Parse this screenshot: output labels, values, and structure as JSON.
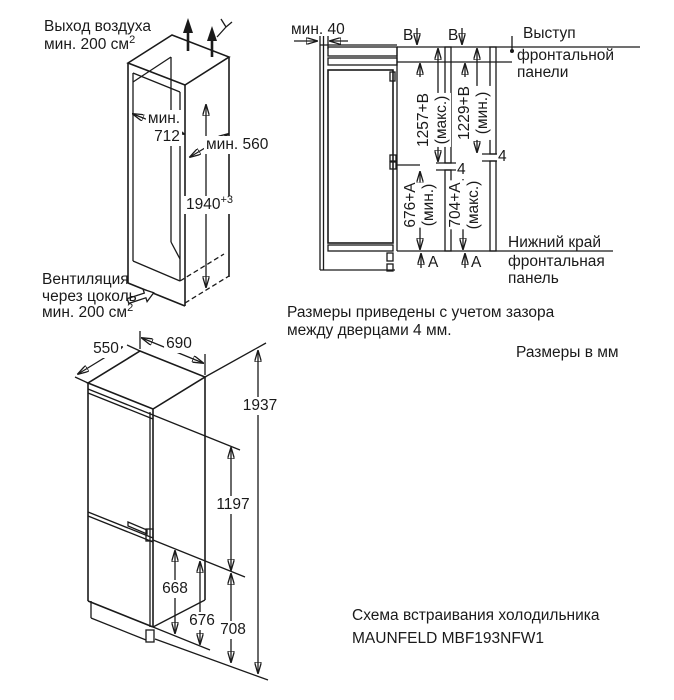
{
  "colors": {
    "line": "#1a1a1a",
    "panel_fill": "#b5b5b5",
    "background": "#ffffff"
  },
  "niche": {
    "air_outlet_line1": "Выход воздуха",
    "air_outlet_line2": "мин. 200 см",
    "air_outlet_sup": "2",
    "inner_width_prefix": "мин.",
    "inner_width_value": "712",
    "inner_depth": "мин. 560",
    "inner_height": "1940",
    "inner_height_tolerance": "+3",
    "vent_line1": "Вентиляция",
    "vent_line2": "через цоколь",
    "vent_line3": "мин. 200 см",
    "vent_sup": "2"
  },
  "side_view": {
    "rear_gap": "мин. 40",
    "b_top_left": "B",
    "b_top_right": "B",
    "panel_max_value": "1257+B",
    "panel_max_qualifier": "(макс.)",
    "panel_min_value": "1229+B",
    "panel_min_qualifier": "(мин.)",
    "lower_min_value": "676+A",
    "lower_min_qualifier": "(мин.)",
    "lower_max_value": "704+A",
    "lower_max_qualifier": "(макс.)",
    "door_gap_left": "4",
    "door_gap_right": "4",
    "a_left": "A",
    "a_right": "A",
    "protrusion_line1": "Выступ",
    "protrusion_line2": "фронтальной",
    "protrusion_line3": "панели",
    "bottom_edge_line1": "Нижний край",
    "bottom_edge_line2": "фронтальная",
    "bottom_edge_line3": "панель"
  },
  "notes": {
    "clearance_line1": "Размеры приведены с учетом зазора",
    "clearance_line2": "между дверцами 4 мм.",
    "units": "Размеры в мм"
  },
  "appliance": {
    "depth": "550",
    "width": "690",
    "height": "1937",
    "upper_door": "1197",
    "lower_door": "668",
    "lower_front": "676",
    "lower_total": "708"
  },
  "caption": {
    "line1": "Схема встраивания холодильника",
    "line2": "MAUNFELD MBF193NFW1"
  }
}
